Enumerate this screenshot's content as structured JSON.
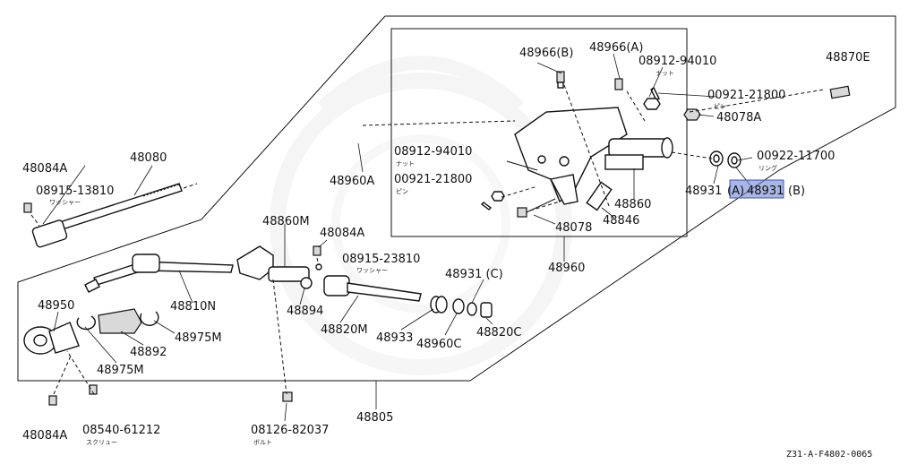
{
  "diagram": {
    "reference_code": "Z31-A-F4802-0065",
    "watermark": "ʘ",
    "highlighted_part": "48931 (B)",
    "labels": {
      "p48966b": "48966(B)",
      "p48966a": "48966(A)",
      "p08912_94010_top": "08912-94010",
      "p08912_94010_top_sub": "ナット",
      "p00921_21800_top": "00921-21800",
      "p00921_21800_top_sub": "ピン",
      "p48078a": "48078A",
      "p48870e": "48870E",
      "p00922_11700": "00922-11700",
      "p00922_11700_sub": "リング",
      "p48931": "48931",
      "p48931_a": "(A)",
      "p48931_b": "48931",
      "p48931_b_suffix": "(B)",
      "p08912_94010_mid": "08912-94010",
      "p08912_94010_mid_sub": "ナット",
      "p00921_21800_mid": "00921-21800",
      "p00921_21800_mid_sub": "ピン",
      "p48960a": "48960A",
      "p48860": "48860",
      "p48846": "48846",
      "p48078": "48078",
      "p48960": "48960",
      "p48084a_top": "48084A",
      "p48080": "48080",
      "p08915_13810": "08915-13810",
      "p08915_13810_sub": "ワッシャー",
      "p48860m": "48860M",
      "p48084a_mid": "48084A",
      "p08915_23810": "08915-23810",
      "p08915_23810_sub": "ワッシャー",
      "p48931c": "48931 (C)",
      "p48950": "48950",
      "p48810n": "48810N",
      "p48894": "48894",
      "p48892": "48892",
      "p48975m_right": "48975M",
      "p48975m_left": "48975M",
      "p48820m": "48820M",
      "p48933": "48933",
      "p48960c": "48960C",
      "p48820c": "48820C",
      "p48805": "48805",
      "p48084a_bot": "48084A",
      "p08540_61212": "08540-61212",
      "p08540_61212_sub": "スクリュー",
      "p08126_82037": "08126-82037",
      "p08126_82037_sub": "ボルト"
    }
  }
}
